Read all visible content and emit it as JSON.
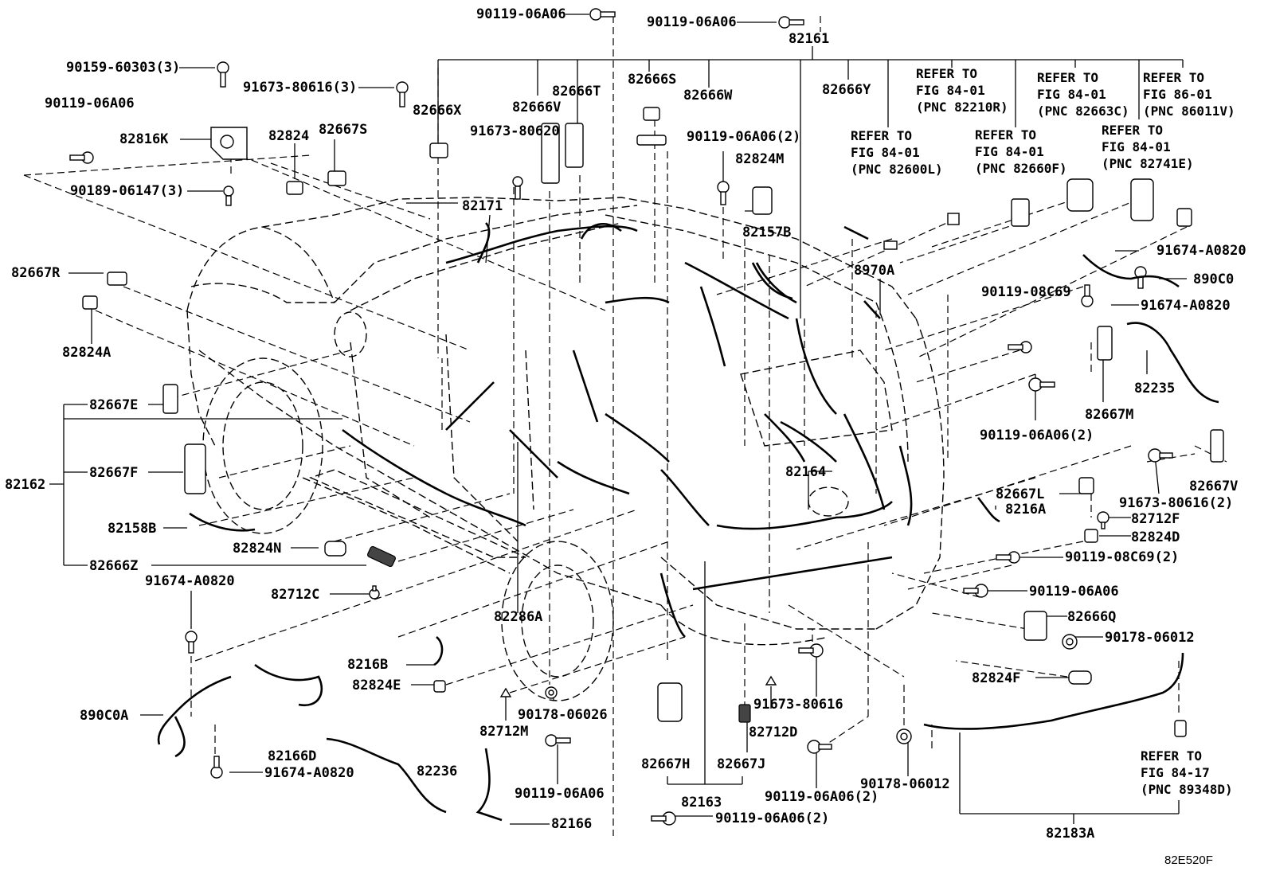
{
  "diagram": {
    "code": "82E520F",
    "labels": {
      "l1": "90119-06A06",
      "l2": "90119-06A06",
      "l3": "82161",
      "l4": "90159-60303(3)",
      "l5": "91673-80616(3)",
      "l6": "90119-06A06",
      "l7": "82816K",
      "l8": "90189-06147(3)",
      "l9": "82824",
      "l10": "82667S",
      "l11": "82666X",
      "l12": "82666V",
      "l13": "82666T",
      "l14": "82666S",
      "l15": "82666W",
      "l16": "91673-80620",
      "l17": "90119-06A06(2)",
      "l18": "82824M",
      "l19": "82157B",
      "l20": "82171",
      "l21": "82666Y",
      "l22": "8970A",
      "l23": "82667R",
      "l24": "82824A",
      "l25": "82667E",
      "l26": "82667F",
      "l27": "82162",
      "l28": "82158B",
      "l29": "82824N",
      "l30": "82666Z",
      "l31": "91674-A0820",
      "l32": "82712C",
      "l33": "82286A",
      "l34": "82164",
      "l35": "91674-A0820",
      "l36": "890C0",
      "l37": "91674-A0820",
      "l38": "90119-08C69",
      "l39": "82235",
      "l40": "82667M",
      "l41": "90119-06A06(2)",
      "l42": "82667V",
      "l43": "91673-80616(2)",
      "l44": "82667L",
      "l45": "8216A",
      "l46": "82712F",
      "l47": "82824D",
      "l48": "90119-08C69(2)",
      "l49": "90119-06A06",
      "l50": "82666Q",
      "l51": "90178-06012",
      "l52": "82824F",
      "l53": "8216B",
      "l54": "82824E",
      "l55": "890C0A",
      "l56": "82166D",
      "l57": "91674-A0820",
      "l58": "82236",
      "l59": "82166",
      "l60": "82712M",
      "l61": "90178-06026",
      "l62": "90119-06A06",
      "l63": "82667H",
      "l64": "82667J",
      "l65": "82712D",
      "l66": "91673-80616",
      "l67": "82163",
      "l68": "90119-06A06(2)",
      "l69": "90178-06012",
      "l70": "90119-06A06(2)",
      "l71": "82183A"
    },
    "refs": {
      "r1": [
        "REFER TO",
        "FIG 84-01",
        "(PNC 82600L)"
      ],
      "r2": [
        "REFER TO",
        "FIG 84-01",
        "(PNC 82210R)"
      ],
      "r3": [
        "REFER TO",
        "FIG 84-01",
        "(PNC 82660F)"
      ],
      "r4": [
        "REFER TO",
        "FIG 84-01",
        "(PNC 82663C)"
      ],
      "r5": [
        "REFER TO",
        "FIG 84-01",
        "(PNC 82741E)"
      ],
      "r6": [
        "REFER TO",
        "FIG 86-01",
        "(PNC 86011V)"
      ],
      "r7": [
        "REFER TO",
        "FIG 84-17",
        "(PNC 89348D)"
      ]
    }
  }
}
